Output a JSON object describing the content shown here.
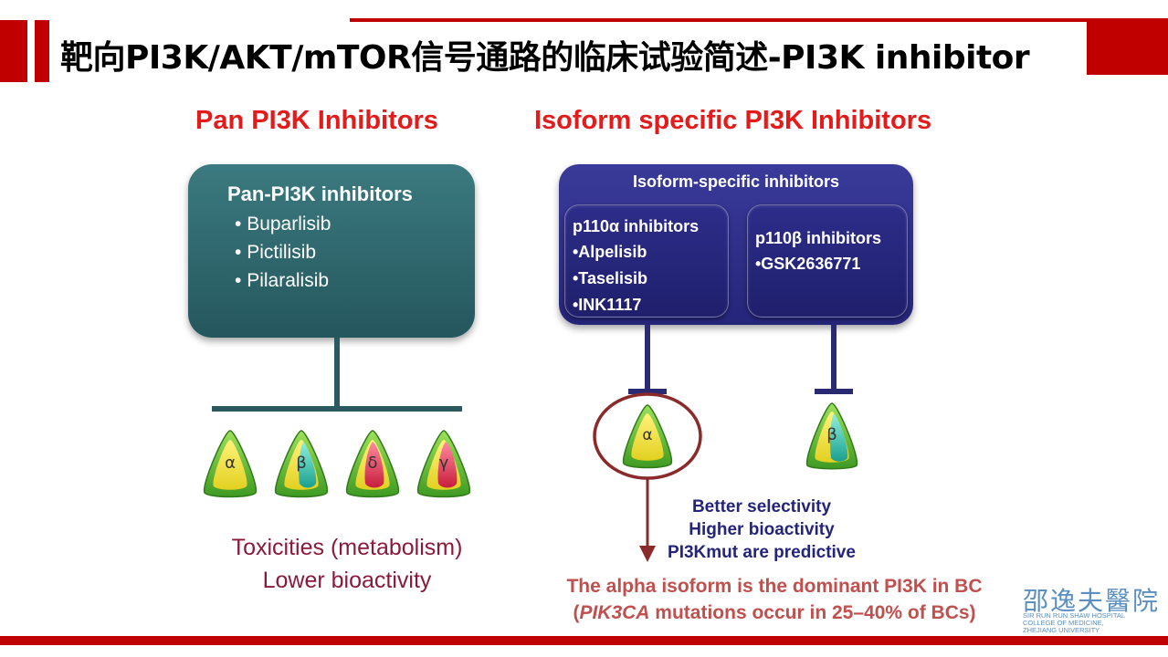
{
  "header": {
    "title": "靶向PI3K/AKT/mTOR信号通路的临床试验简述-PI3K inhibitor"
  },
  "left": {
    "heading": "Pan PI3K Inhibitors",
    "box_title": "Pan-PI3K inhibitors",
    "items": [
      "Buparlisib",
      "Pictilisib",
      "Pilaralisib"
    ],
    "isoforms": [
      "α",
      "β",
      "δ",
      "γ"
    ],
    "toxicity_lines": [
      "Toxicities (metabolism)",
      "Lower bioactivity"
    ]
  },
  "right": {
    "heading": "Isoform specific PI3K Inhibitors",
    "box_title": "Isoform-specific inhibitors",
    "alpha_group": {
      "title": "p110α inhibitors",
      "items": [
        "•Alpelisib",
        "•Taselisib",
        "•INK1117"
      ]
    },
    "beta_group": {
      "title": "p110β inhibitors",
      "items": [
        "•GSK2636771"
      ]
    },
    "isoforms": [
      "α",
      "β"
    ],
    "benefit_lines": [
      "Better selectivity",
      "Higher bioactivity",
      "PI3Kmut are predictive"
    ],
    "conclusion_line1": "The alpha isoform is the dominant PI3K in BC",
    "conclusion_open": "(",
    "conclusion_gene": "PIK3CA",
    "conclusion_rest": " mutations occur in 25–40% of BCs)"
  },
  "logo": {
    "cn": "邵逸夫醫院",
    "en_lines": [
      "SIR RUN RUN SHAW HOSPITAL",
      "COLLEGE OF MEDICINE,",
      "ZHEJIANG UNIVERSITY"
    ]
  },
  "colors": {
    "brand_red": "#c00000",
    "heading_red": "#e31b1b",
    "pan_teal": "#2b6166",
    "iso_navy": "#27277a",
    "alpha_yellow": "#f2e24a",
    "beta_teal": "#2ab3a0",
    "delta_red": "#d42a4a",
    "gamma_red": "#d83a5a",
    "circle_brown": "#8b2a2a"
  }
}
